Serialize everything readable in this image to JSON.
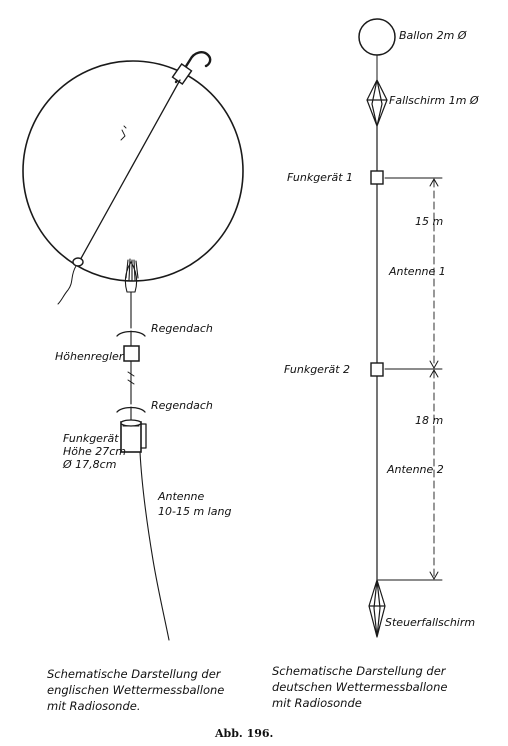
{
  "left": {
    "labels": {
      "regendach_top": "Regendach",
      "hoehenregler": "Höhenregler",
      "regendach_bottom": "Regendach",
      "funkgeraet": "Funkgerät",
      "hoehe": "Höhe 27cm",
      "durchmesser": "Ø    17,8cm",
      "antenne": "Antenne",
      "antenne_laenge": "10-15  m lang"
    },
    "caption": [
      "Schematische Darstellung der",
      "englischen Wettermessballone",
      "mit Radiosonde."
    ]
  },
  "right": {
    "labels": {
      "ballon": "Ballon 2m Ø",
      "fallschirm": "Fallschirm  1m Ø",
      "funkgeraet1": "Funkgerät 1",
      "funkgeraet2": "Funkgerät 2",
      "antenne1": "Antenne 1",
      "antenne2": "Antenne 2",
      "steuerfallschirm": "Steuerfallschirm",
      "dim_15": "15 m",
      "dim_18": "18 m"
    },
    "caption": [
      "Schematische Darstellung der",
      "deutschen Wettermessballone",
      "mit Radiosonde"
    ]
  },
  "figure_number": "Abb. 196."
}
